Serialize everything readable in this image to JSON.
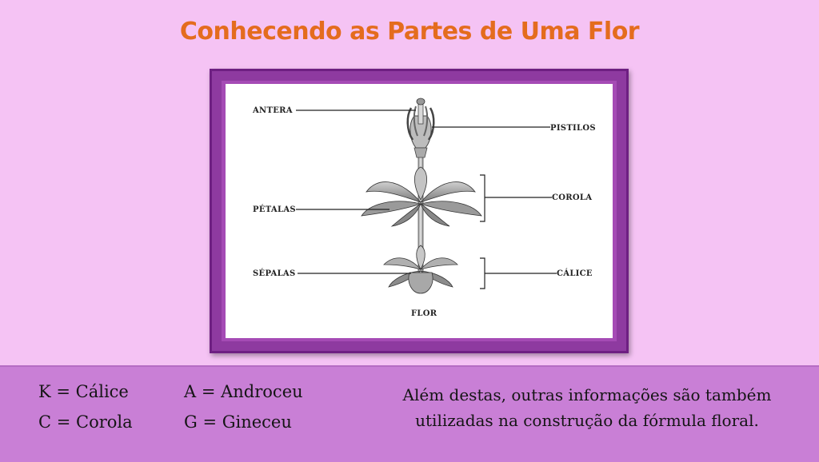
{
  "slide": {
    "title": "Conhecendo as Partes de Uma Flor"
  },
  "diagram": {
    "labels": {
      "antera": "ANTERA",
      "petalas": "PÉTALAS",
      "sepalas": "SÉPALAS",
      "pistilos": "PISTILOS",
      "corola": "COROLA",
      "calice": "CÁLICE",
      "flor": "FLOR"
    }
  },
  "legend": {
    "k": "K = Cálice",
    "c": "C = Corola",
    "a": "A = Androceu",
    "g": "G = Gineceu"
  },
  "note": {
    "line1": "Além destas, outras informações são também",
    "line2": "utilizadas na construção da fórmula floral."
  }
}
